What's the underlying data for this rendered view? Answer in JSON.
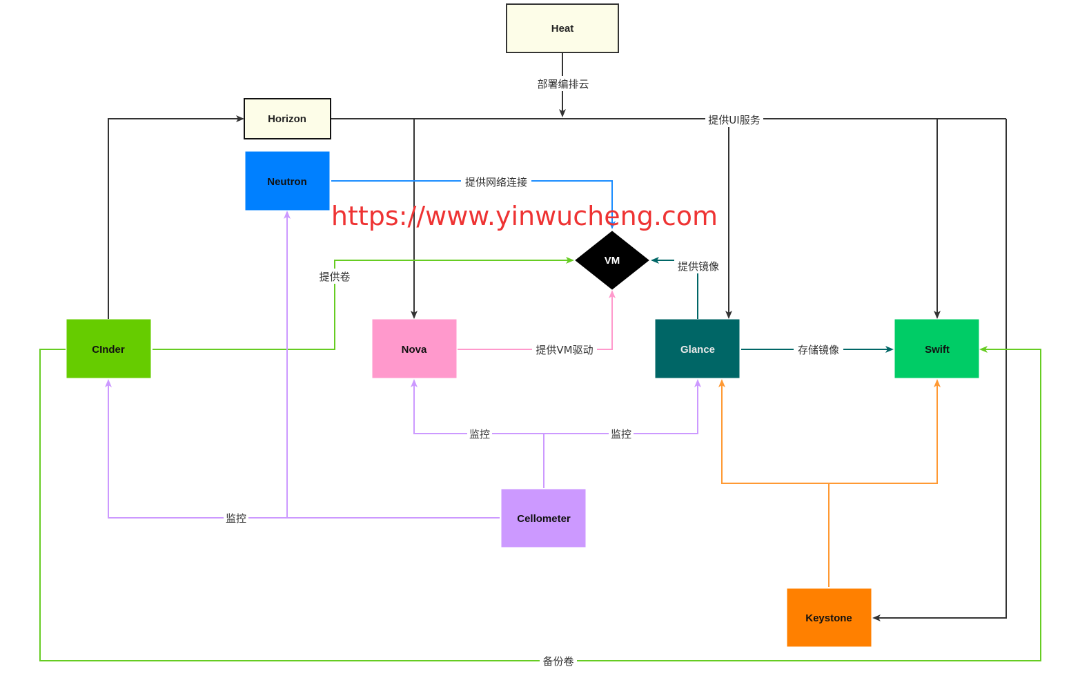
{
  "watermark": "https://www.yinwucheng.com",
  "colors": {
    "dark_edge": "#333333",
    "neutron_edge": "#1a8cff",
    "cinder_edge": "#66cc22",
    "nova_edge": "#ff99cc",
    "glance_edge": "#006666",
    "monitor_edge": "#cc99ff",
    "keystone_edge": "#ff9933"
  },
  "nodes": {
    "heat": {
      "label": "Heat",
      "fill": "#fdfde8",
      "stroke": "#333333",
      "text": "#222222"
    },
    "horizon": {
      "label": "Horizon",
      "fill": "#fdfde8",
      "stroke": "#111111",
      "text": "#222222"
    },
    "neutron": {
      "label": "Neutron",
      "fill": "#0080ff",
      "stroke": "#0080ff",
      "text": "#111111"
    },
    "vm": {
      "label": "VM",
      "fill": "#000000",
      "stroke": "#000000",
      "text": "#ffffff"
    },
    "cinder": {
      "label": "CInder",
      "fill": "#66cc00",
      "stroke": "#66cc00",
      "text": "#111111"
    },
    "nova": {
      "label": "Nova",
      "fill": "#ff99cc",
      "stroke": "#ff99cc",
      "text": "#111111"
    },
    "glance": {
      "label": "Glance",
      "fill": "#006666",
      "stroke": "#006666",
      "text": "#e8e8e8"
    },
    "swift": {
      "label": "Swift",
      "fill": "#00cc66",
      "stroke": "#00cc66",
      "text": "#111111"
    },
    "cellometer": {
      "label": "Cellometer",
      "fill": "#cc99ff",
      "stroke": "#cc99ff",
      "text": "#111111"
    },
    "keystone": {
      "label": "Keystone",
      "fill": "#ff8000",
      "stroke": "#ff8000",
      "text": "#111111"
    }
  },
  "edge_labels": {
    "heat_deploy": "部署编排云",
    "horizon_ui": "提供UI服务",
    "neutron_network": "提供网络连接",
    "cinder_volume": "提供卷",
    "glance_image": "提供镜像",
    "nova_vm": "提供VM驱动",
    "glance_store": "存储镜像",
    "monitor_nova": "监控",
    "monitor_glance": "监控",
    "monitor_cinder": "监控",
    "cinder_backup": "备份卷"
  }
}
